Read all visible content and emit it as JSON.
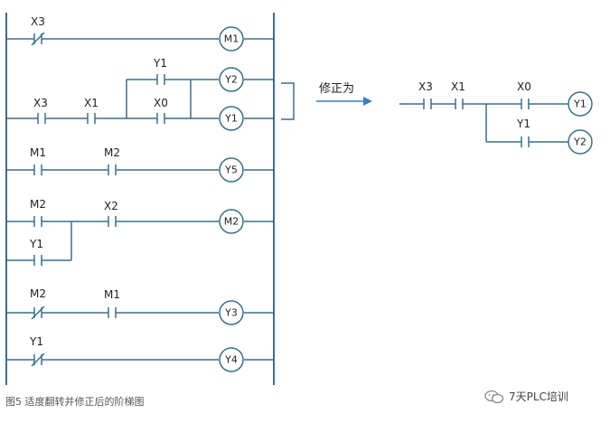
{
  "rungs": {
    "r1": {
      "contact": "X3",
      "coil": "M1"
    },
    "r2": {
      "parallel_contact": "Y1",
      "coil_top": "Y2",
      "contact_a": "X3",
      "contact_b": "X1",
      "contact_c": "X0",
      "coil_bottom": "Y1"
    },
    "r3": {
      "contact_a": "M1",
      "contact_b": "M2",
      "coil": "Y5"
    },
    "r4": {
      "contact_a": "M2",
      "contact_b": "X2",
      "contact_parallel": "Y1",
      "coil": "M2"
    },
    "r5": {
      "contact_a": "M2",
      "contact_b": "M1",
      "coil": "Y3"
    },
    "r6": {
      "contact": "Y1",
      "coil": "Y4"
    }
  },
  "arrow_label": "修正为",
  "corrected": {
    "contact_a": "X3",
    "contact_b": "X1",
    "contact_c": "X0",
    "contact_d": "Y1",
    "coil_top": "Y1",
    "coil_bottom": "Y2"
  },
  "caption": "图5 适度翻转并修正后的阶梯图",
  "watermark": "7天PLC培训"
}
